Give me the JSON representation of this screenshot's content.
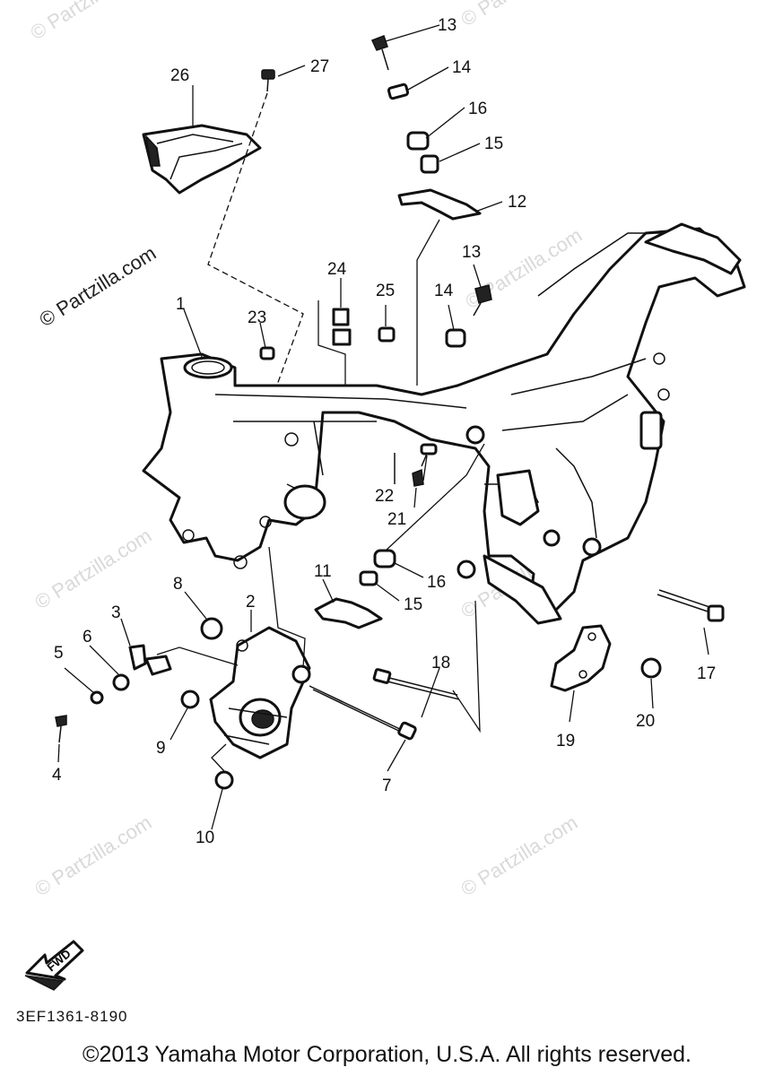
{
  "watermark": "© Partzilla.com",
  "callouts": [
    "1",
    "2",
    "3",
    "4",
    "5",
    "6",
    "7",
    "8",
    "9",
    "10",
    "11",
    "12",
    "13",
    "13",
    "14",
    "14",
    "15",
    "15",
    "16",
    "16",
    "17",
    "18",
    "19",
    "20",
    "21",
    "22",
    "23",
    "24",
    "25",
    "26",
    "27"
  ],
  "fwd_label": "FWD",
  "diagram_code": "3EF1361-8190",
  "copyright": "©2013 Yamaha Motor Corporation, U.S.A. All rights reserved."
}
